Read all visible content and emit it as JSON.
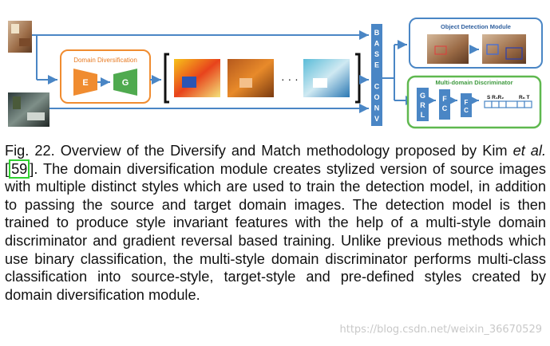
{
  "figure": {
    "domain_diversification_title": "Domain Diversification",
    "encoder_label": "E",
    "generator_label": "G",
    "base_conv_letters": [
      "B",
      "A",
      "S",
      "E",
      "",
      "C",
      "O",
      "N",
      "V"
    ],
    "object_detection_title": "Object Detection Module",
    "discriminator_title": "Multi-domain Discriminator",
    "grl_letters": [
      "G",
      "R",
      "L"
    ],
    "fc_letters": [
      "F",
      "C"
    ],
    "output_label_start": "S R₁R₂",
    "output_label_end": "Rₙ T",
    "ellipsis": "· · ·"
  },
  "caption": {
    "prefix": "Fig. 22. Overview of the Diversify and Match methodology proposed by Kim ",
    "et_al": "et al.",
    "ref_number": "59",
    "body": ". The domain diversification module creates stylized version of source images with multiple distinct styles which are used to train the detection model, in addition to passing the source and target domain images. The detection model is then trained to produce style invariant features with the help of a multi-style domain discriminator and gradient reversal based training. Unlike previous methods which use binary classification, the multi-style domain discriminator performs multi-class classification into source-style, target-style and pre-defined styles created by domain diversification module."
  },
  "watermark": "https://blog.csdn.net/weixin_36670529",
  "colors": {
    "blue_arrow": "#4a86c5",
    "orange_border": "#f08c30",
    "green_box": "#4faa4f",
    "green_border": "#5fb84f",
    "base_conv": "#4a86c5",
    "ref_box": "#2fd12f"
  }
}
